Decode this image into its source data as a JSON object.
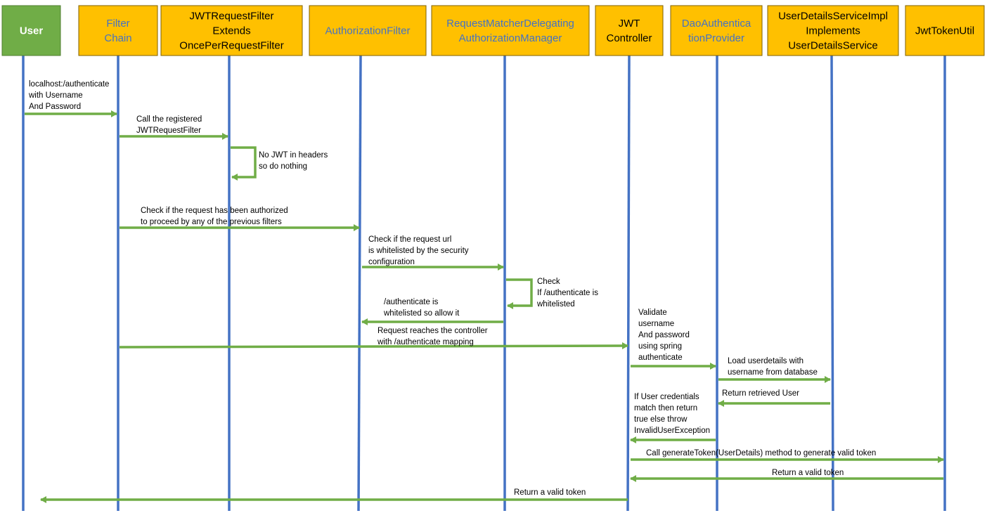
{
  "colors": {
    "user_box_fill": "#70ad47",
    "user_box_text": "#ffffff",
    "box_fill": "#ffc000",
    "box_border": "#7f6000",
    "box_text_dark": "#000000",
    "box_text_blue": "#4472c4",
    "lifeline": "#4472c4",
    "arrow": "#70ad47",
    "label_text": "#000000"
  },
  "participants": [
    {
      "id": "user",
      "lines": [
        "User"
      ],
      "style": "user"
    },
    {
      "id": "filter_chain",
      "lines": [
        "Filter",
        "Chain"
      ],
      "style": "blue"
    },
    {
      "id": "jwt_request_filter",
      "lines": [
        "JWTRequestFilter",
        "Extends",
        "OncePerRequestFilter"
      ],
      "style": "dark"
    },
    {
      "id": "authorization_filter",
      "lines": [
        "AuthorizationFilter"
      ],
      "style": "blue"
    },
    {
      "id": "request_matcher",
      "lines": [
        "RequestMatcherDelegating",
        "AuthorizationManager"
      ],
      "style": "blue"
    },
    {
      "id": "jwt_controller",
      "lines": [
        "JWT",
        "Controller"
      ],
      "style": "dark"
    },
    {
      "id": "dao_auth_provider",
      "lines": [
        "DaoAuthentica",
        "tionProvider"
      ],
      "style": "blue"
    },
    {
      "id": "user_details_service",
      "lines": [
        "UserDetailsServiceImpl",
        "Implements",
        "UserDetailsService"
      ],
      "style": "dark"
    },
    {
      "id": "jwt_token_util",
      "lines": [
        "JwtTokenUtil"
      ],
      "style": "dark"
    }
  ],
  "messages": [
    {
      "id": "m1",
      "from": "user",
      "to": "filter_chain",
      "lines": [
        "localhost:/authenticate",
        "with Username",
        "And Password"
      ]
    },
    {
      "id": "m2",
      "from": "filter_chain",
      "to": "jwt_request_filter",
      "lines": [
        "Call the registered",
        "JWTRequestFilter"
      ]
    },
    {
      "id": "m3",
      "self": "jwt_request_filter",
      "lines": [
        "No JWT in headers",
        "so do nothing"
      ]
    },
    {
      "id": "m4",
      "from": "filter_chain",
      "to": "authorization_filter",
      "lines": [
        "Check if the request has been authorized",
        "to proceed by any of  the previous filters"
      ]
    },
    {
      "id": "m5",
      "from": "authorization_filter",
      "to": "request_matcher",
      "lines": [
        "Check if the request url",
        " is whitelisted by the security",
        "configuration"
      ]
    },
    {
      "id": "m6",
      "self": "request_matcher",
      "lines": [
        "Check",
        "If /authenticate is",
        "whitelisted"
      ]
    },
    {
      "id": "m7",
      "from": "request_matcher",
      "to": "authorization_filter",
      "lines": [
        "/authenticate is",
        "whitelisted so allow it"
      ]
    },
    {
      "id": "m8",
      "from": "filter_chain",
      "to": "jwt_controller",
      "lines": [
        "Request reaches the controller",
        "with /authenticate mapping"
      ]
    },
    {
      "id": "m9",
      "from": "jwt_controller",
      "to": "dao_auth_provider",
      "lines": [
        "Validate",
        "username",
        "And password",
        "using spring",
        "authenticate"
      ]
    },
    {
      "id": "m10",
      "from": "dao_auth_provider",
      "to": "user_details_service",
      "lines": [
        "Load userdetails with",
        "username from database"
      ]
    },
    {
      "id": "m11",
      "from": "user_details_service",
      "to": "dao_auth_provider",
      "lines": [
        "Return retrieved User"
      ]
    },
    {
      "id": "m12",
      "from": "dao_auth_provider",
      "to": "jwt_controller",
      "lines": [
        "If User credentials",
        "match then return",
        "true else throw",
        "InvalidUserException"
      ]
    },
    {
      "id": "m13",
      "from": "jwt_controller",
      "to": "jwt_token_util",
      "lines": [
        "Call generateToken(UserDetails) method to generate valid token"
      ]
    },
    {
      "id": "m14",
      "from": "jwt_token_util",
      "to": "jwt_controller",
      "lines": [
        "Return a valid token"
      ]
    },
    {
      "id": "m15",
      "from": "jwt_controller",
      "to": "user",
      "lines": [
        "Return a valid token"
      ]
    }
  ]
}
